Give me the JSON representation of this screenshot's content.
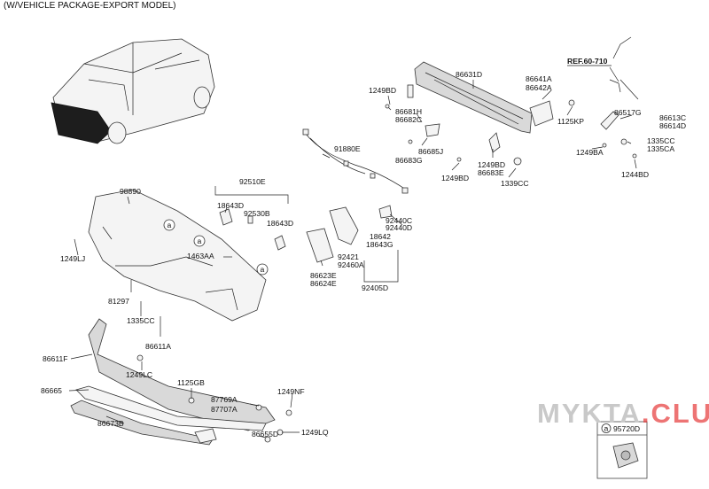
{
  "header": {
    "note": "(W/VEHICLE PACKAGE-EXPORT MODEL)"
  },
  "reference": "REF.60-710",
  "callout_letter": "a",
  "inset": {
    "part": "95720D"
  },
  "watermark": {
    "prefix": "MYKTA",
    "suffix": ".CLUB"
  },
  "labels": [
    "86631D",
    "86641A",
    "86642A",
    "1249BD",
    "86681H",
    "86682C",
    "1125KP",
    "86517G",
    "86613C",
    "86614D",
    "91880E",
    "86685J",
    "1249BD",
    "86683E",
    "86683G",
    "1249BD",
    "1339CC",
    "1249BA",
    "1335CC",
    "1335CA",
    "1244BD",
    "98890",
    "92510E",
    "18643D",
    "92530B",
    "18643D",
    "1249LJ",
    "1463AA",
    "92440C",
    "92440D",
    "18642",
    "18643G",
    "92421",
    "92460A",
    "86623E",
    "86624E",
    "92405D",
    "81297",
    "1335CC",
    "86611A",
    "86611F",
    "1249LC",
    "86665",
    "1125GB",
    "1249NF",
    "87769A",
    "87707A",
    "1249LQ",
    "86673B",
    "86655D"
  ]
}
